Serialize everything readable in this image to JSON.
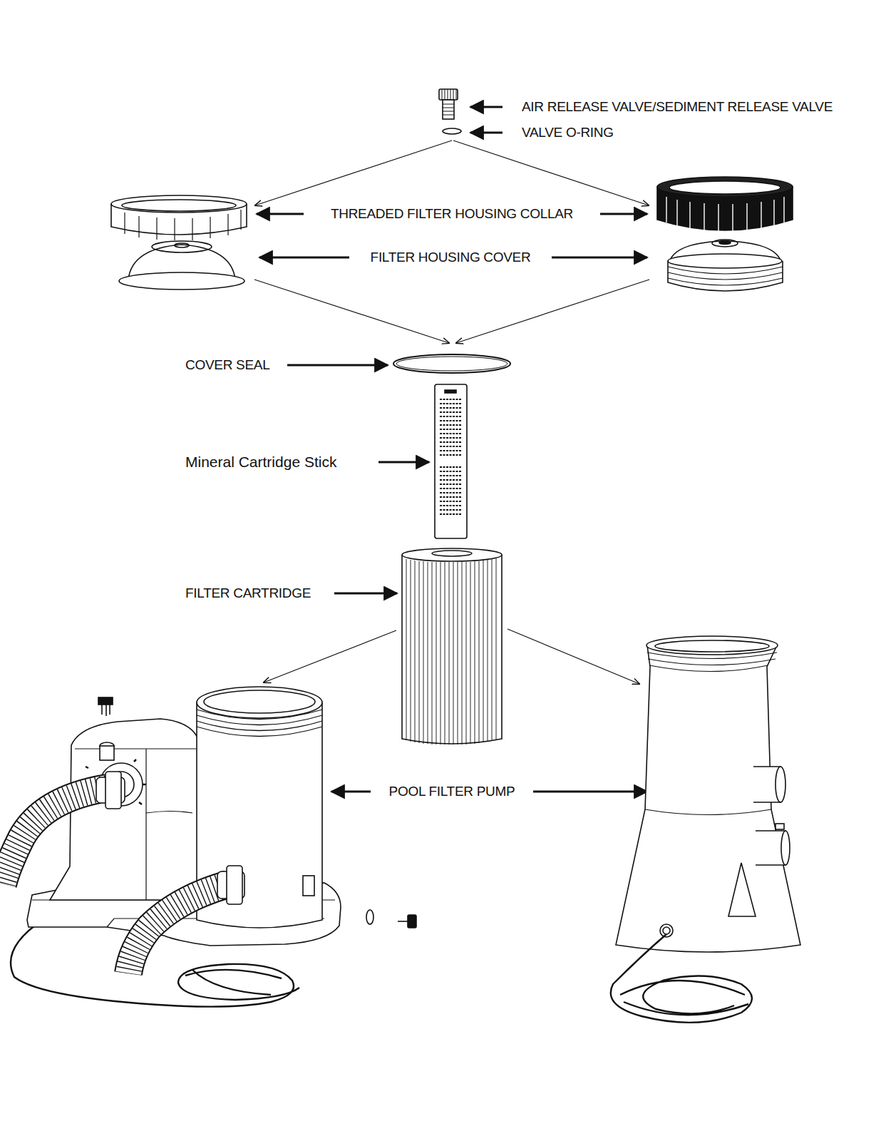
{
  "diagram": {
    "labels": [
      "AIR RELEASE VALVE/SEDIMENT RELEASE VALVE",
      "VALVE O-RING",
      "THREADED FILTER HOUSING COLLAR",
      "FILTER HOUSING COVER",
      "COVER SEAL",
      "Mineral Cartridge Stick",
      "FILTER CARTRIDGE",
      "POOL FILTER PUMP"
    ]
  }
}
